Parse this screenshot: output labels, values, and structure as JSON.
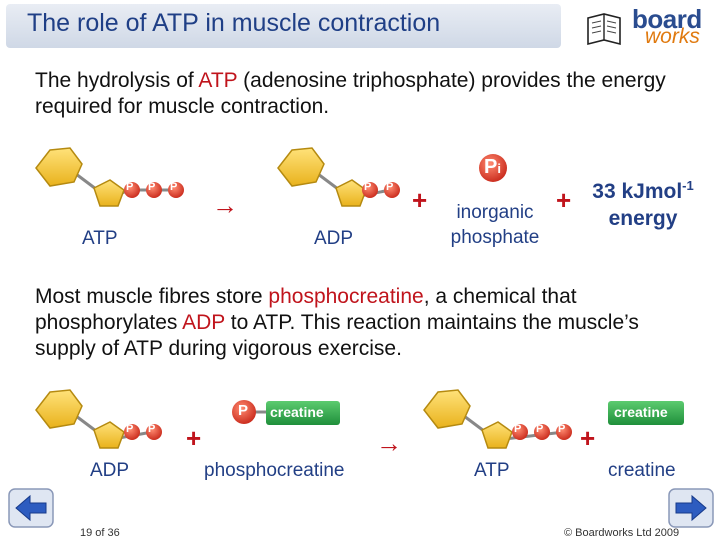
{
  "header": {
    "title": "The role of ATP in muscle contraction",
    "logo_board": "board",
    "logo_works": "works"
  },
  "para1": {
    "p1": "The hydrolysis of ",
    "h1": "ATP",
    "p2": " (adenosine triphosphate) provides the energy required for muscle contraction."
  },
  "row1": {
    "atp_label": "ATP",
    "adp_label": "ADP",
    "phosphate_symbol": "P",
    "phosphate_sub": "i",
    "inorganic_line1": "inorganic",
    "inorganic_line2": "phosphate",
    "energy_line1": "33 kJmol",
    "energy_sup": "-1",
    "energy_line2": "energy",
    "plus": "+",
    "arrow": "→"
  },
  "para2": {
    "p1": "Most muscle fibres store ",
    "h1": "phosphocreatine",
    "p2": ", a chemical that phosphorylates ",
    "h2": "ADP",
    "p3": " to ATP. This reaction maintains the muscle’s supply of ATP during vigorous exercise."
  },
  "row2": {
    "adp_label": "ADP",
    "pc_label": "phosphocreatine",
    "atp_label": "ATP",
    "creatine_label": "creatine",
    "creatine_box": "creatine",
    "p": "P",
    "plus": "+",
    "arrow": "→"
  },
  "footer": {
    "slide_number": "19 of 36",
    "copyright": "© Boardworks Ltd 2009"
  },
  "colors": {
    "title": "#1f3f86",
    "highlight": "#c0141c",
    "label": "#223f85",
    "sugar": "#f5c842",
    "phosphate": "#e8412a",
    "creatine": "#2ea94b"
  }
}
